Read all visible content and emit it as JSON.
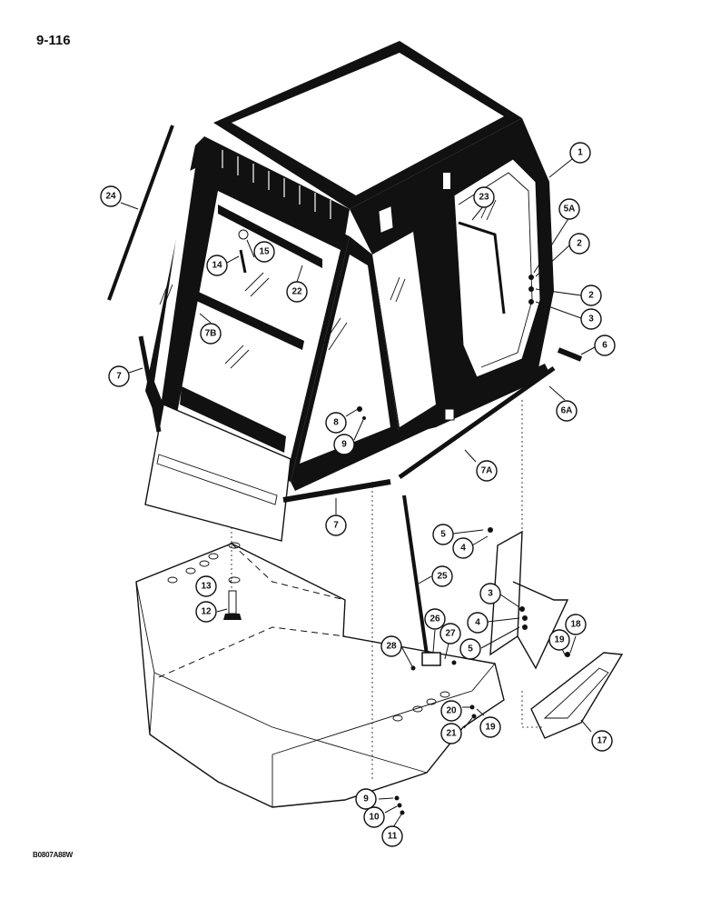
{
  "page": {
    "number": "9-116",
    "figure_code": "B0807A88W"
  },
  "callouts": [
    {
      "id": "c1",
      "label": "1"
    },
    {
      "id": "c24",
      "label": "24"
    },
    {
      "id": "c23",
      "label": "23"
    },
    {
      "id": "c5A",
      "label": "5A"
    },
    {
      "id": "c2a",
      "label": "2"
    },
    {
      "id": "c2b",
      "label": "2"
    },
    {
      "id": "c3a",
      "label": "3"
    },
    {
      "id": "c6",
      "label": "6"
    },
    {
      "id": "c6A",
      "label": "6A"
    },
    {
      "id": "c15",
      "label": "15"
    },
    {
      "id": "c14",
      "label": "14"
    },
    {
      "id": "c22",
      "label": "22"
    },
    {
      "id": "c7B",
      "label": "7B"
    },
    {
      "id": "c7a",
      "label": "7"
    },
    {
      "id": "c8",
      "label": "8"
    },
    {
      "id": "c9a",
      "label": "9"
    },
    {
      "id": "c7A",
      "label": "7A"
    },
    {
      "id": "c7b",
      "label": "7"
    },
    {
      "id": "c5a",
      "label": "5"
    },
    {
      "id": "c4a",
      "label": "4"
    },
    {
      "id": "c25",
      "label": "25"
    },
    {
      "id": "c13",
      "label": "13"
    },
    {
      "id": "c12",
      "label": "12"
    },
    {
      "id": "c3b",
      "label": "3"
    },
    {
      "id": "c4b",
      "label": "4"
    },
    {
      "id": "c5b",
      "label": "5"
    },
    {
      "id": "c26",
      "label": "26"
    },
    {
      "id": "c27",
      "label": "27"
    },
    {
      "id": "c28",
      "label": "28"
    },
    {
      "id": "c18",
      "label": "18"
    },
    {
      "id": "c19a",
      "label": "19"
    },
    {
      "id": "c20",
      "label": "20"
    },
    {
      "id": "c21",
      "label": "21"
    },
    {
      "id": "c19b",
      "label": "19"
    },
    {
      "id": "c17",
      "label": "17"
    },
    {
      "id": "c9b",
      "label": "9"
    },
    {
      "id": "c10",
      "label": "10"
    },
    {
      "id": "c11",
      "label": "11"
    }
  ]
}
